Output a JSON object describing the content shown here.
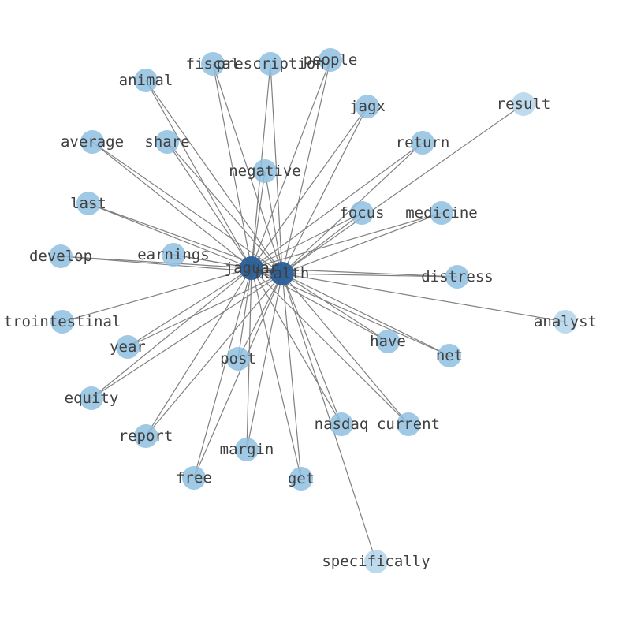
{
  "colors": {
    "hub": "#2a5f9a",
    "mid": "#8ebfdf",
    "light": "#b3d4ea",
    "edge": "#808080",
    "label": "#3f3f3f"
  },
  "graph": {
    "hubs": [
      "jaguar",
      "health"
    ],
    "nodes": [
      {
        "id": "jaguar",
        "label": "jaguar",
        "kind": "hub"
      },
      {
        "id": "health",
        "label": "health",
        "kind": "hub"
      },
      {
        "id": "fiscal",
        "label": "fiscal",
        "kind": "mid"
      },
      {
        "id": "prescription",
        "label": "prescription",
        "kind": "mid"
      },
      {
        "id": "people",
        "label": "people",
        "kind": "mid"
      },
      {
        "id": "animal",
        "label": "animal",
        "kind": "mid"
      },
      {
        "id": "jagx",
        "label": "jagx",
        "kind": "mid"
      },
      {
        "id": "result",
        "label": "result",
        "kind": "light"
      },
      {
        "id": "average",
        "label": "average",
        "kind": "mid"
      },
      {
        "id": "share",
        "label": "share",
        "kind": "mid"
      },
      {
        "id": "return",
        "label": "return",
        "kind": "mid"
      },
      {
        "id": "negative",
        "label": "negative",
        "kind": "mid"
      },
      {
        "id": "last",
        "label": "last",
        "kind": "mid"
      },
      {
        "id": "focus",
        "label": "focus",
        "kind": "mid"
      },
      {
        "id": "medicine",
        "label": "medicine",
        "kind": "mid"
      },
      {
        "id": "develop",
        "label": "develop",
        "kind": "mid"
      },
      {
        "id": "earnings",
        "label": "earnings",
        "kind": "mid"
      },
      {
        "id": "distress",
        "label": "distress",
        "kind": "mid"
      },
      {
        "id": "trointestinal",
        "label": "trointestinal",
        "kind": "mid"
      },
      {
        "id": "analyst",
        "label": "analyst",
        "kind": "light"
      },
      {
        "id": "year",
        "label": "year",
        "kind": "mid"
      },
      {
        "id": "have",
        "label": "have",
        "kind": "mid"
      },
      {
        "id": "net",
        "label": "net",
        "kind": "mid"
      },
      {
        "id": "post",
        "label": "post",
        "kind": "mid"
      },
      {
        "id": "equity",
        "label": "equity",
        "kind": "mid"
      },
      {
        "id": "nasdaq",
        "label": "nasdaq",
        "kind": "mid"
      },
      {
        "id": "current",
        "label": "current",
        "kind": "mid"
      },
      {
        "id": "report",
        "label": "report",
        "kind": "mid"
      },
      {
        "id": "margin",
        "label": "margin",
        "kind": "mid"
      },
      {
        "id": "free",
        "label": "free",
        "kind": "mid"
      },
      {
        "id": "get",
        "label": "get",
        "kind": "mid"
      },
      {
        "id": "specifically",
        "label": "specifically",
        "kind": "light"
      }
    ],
    "edges": [
      [
        "jaguar",
        "health"
      ],
      [
        "jaguar",
        "fiscal"
      ],
      [
        "jaguar",
        "prescription"
      ],
      [
        "jaguar",
        "people"
      ],
      [
        "jaguar",
        "animal"
      ],
      [
        "jaguar",
        "jagx"
      ],
      [
        "jaguar",
        "average"
      ],
      [
        "jaguar",
        "share"
      ],
      [
        "jaguar",
        "return"
      ],
      [
        "jaguar",
        "negative"
      ],
      [
        "jaguar",
        "last"
      ],
      [
        "jaguar",
        "focus"
      ],
      [
        "jaguar",
        "medicine"
      ],
      [
        "jaguar",
        "develop"
      ],
      [
        "jaguar",
        "earnings"
      ],
      [
        "jaguar",
        "distress"
      ],
      [
        "jaguar",
        "trointestinal"
      ],
      [
        "jaguar",
        "year"
      ],
      [
        "jaguar",
        "have"
      ],
      [
        "jaguar",
        "net"
      ],
      [
        "jaguar",
        "post"
      ],
      [
        "jaguar",
        "equity"
      ],
      [
        "jaguar",
        "nasdaq"
      ],
      [
        "jaguar",
        "current"
      ],
      [
        "jaguar",
        "report"
      ],
      [
        "jaguar",
        "margin"
      ],
      [
        "jaguar",
        "free"
      ],
      [
        "jaguar",
        "get"
      ],
      [
        "health",
        "fiscal"
      ],
      [
        "health",
        "prescription"
      ],
      [
        "health",
        "people"
      ],
      [
        "health",
        "animal"
      ],
      [
        "health",
        "jagx"
      ],
      [
        "health",
        "result"
      ],
      [
        "health",
        "average"
      ],
      [
        "health",
        "share"
      ],
      [
        "health",
        "return"
      ],
      [
        "health",
        "negative"
      ],
      [
        "health",
        "last"
      ],
      [
        "health",
        "focus"
      ],
      [
        "health",
        "medicine"
      ],
      [
        "health",
        "develop"
      ],
      [
        "health",
        "earnings"
      ],
      [
        "health",
        "distress"
      ],
      [
        "health",
        "analyst"
      ],
      [
        "health",
        "year"
      ],
      [
        "health",
        "have"
      ],
      [
        "health",
        "net"
      ],
      [
        "health",
        "post"
      ],
      [
        "health",
        "equity"
      ],
      [
        "health",
        "nasdaq"
      ],
      [
        "health",
        "current"
      ],
      [
        "health",
        "report"
      ],
      [
        "health",
        "margin"
      ],
      [
        "health",
        "free"
      ],
      [
        "health",
        "get"
      ],
      [
        "health",
        "specifically"
      ]
    ]
  }
}
